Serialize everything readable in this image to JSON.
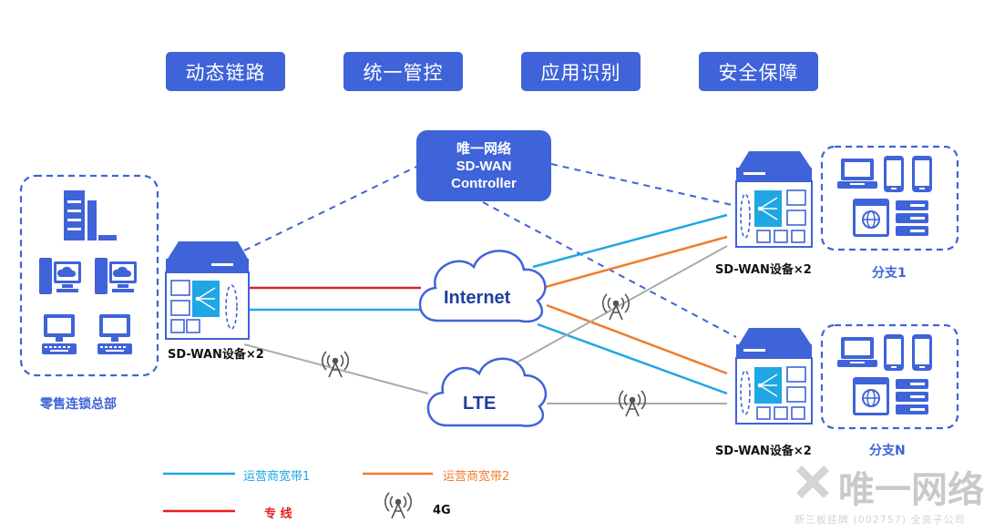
{
  "features": [
    "动态链路",
    "统一管控",
    "应用识别",
    "安全保障"
  ],
  "controller": {
    "line1": "唯一网络",
    "line2": "SD-WAN",
    "line3": "Controller"
  },
  "clouds": {
    "internet": "Internet",
    "lte": "LTE"
  },
  "hq": {
    "device_label": "SD-WAN设备×2",
    "site_label": "零售连锁总部"
  },
  "branch1": {
    "device_label": "SD-WAN设备×2",
    "site_label": "分支1"
  },
  "branchN": {
    "device_label": "SD-WAN设备×2",
    "site_label": "分支N"
  },
  "legend": {
    "isp1": "运营商宽带1",
    "isp2": "运营商宽带2",
    "dedicated": "专 线",
    "g4": "4G"
  },
  "colors": {
    "accent": "#3f63d8",
    "isp1": "#1ea7e4",
    "isp2": "#ef7d2d",
    "dedicated": "#e4201e",
    "g4": "#aaaaaa"
  },
  "watermark": {
    "logo": "唯一网络",
    "sub": "新三板挂牌 (002757) 全资子公司"
  }
}
